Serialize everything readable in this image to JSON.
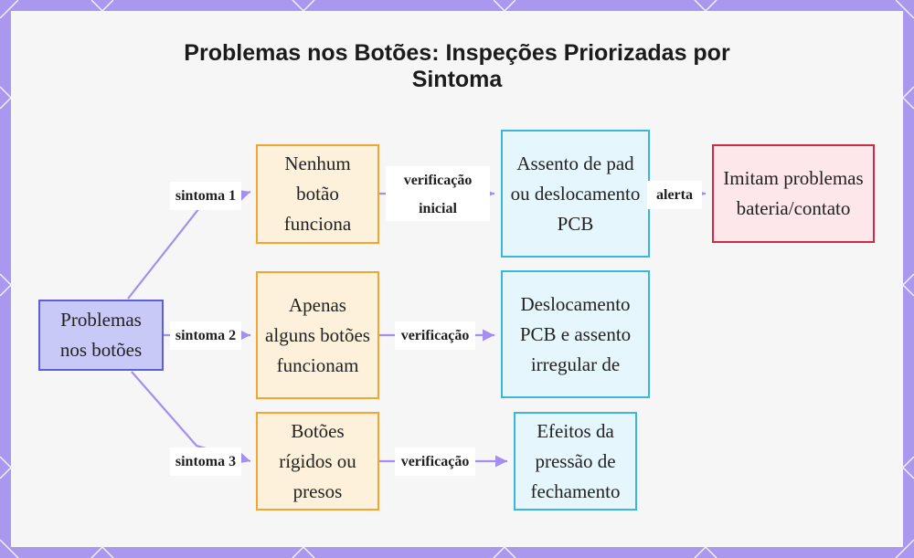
{
  "title": "Problemas nos Botões: Inspeções Priorizadas por Sintoma",
  "nodes": {
    "root": "Problemas nos botões",
    "s1": "Nenhum botão funciona",
    "s2": "Apenas alguns botões funcionam",
    "s3": "Botões rígidos ou presos",
    "c1": "Assento de pad ou deslocamento PCB",
    "c2": "Deslocamento PCB e assento irregular de",
    "c3": "Efeitos da pressão de fechamento",
    "alert": "Imitam problemas bateria/contato"
  },
  "edges": {
    "symptom1": "sintoma 1",
    "symptom2": "sintoma 2",
    "symptom3": "sintoma 3",
    "check_initial_1": "verificação",
    "check_initial_2": "inicial",
    "check2": "verificação",
    "check3": "verificação",
    "alert": "alerta"
  },
  "colors": {
    "frame": "#a998ee",
    "edge": "#a48ff0",
    "root_border": "#5a60d8",
    "symptom_border": "#f2a530",
    "cause_border": "#3ab6e0",
    "alert_border": "#cc2b45"
  }
}
